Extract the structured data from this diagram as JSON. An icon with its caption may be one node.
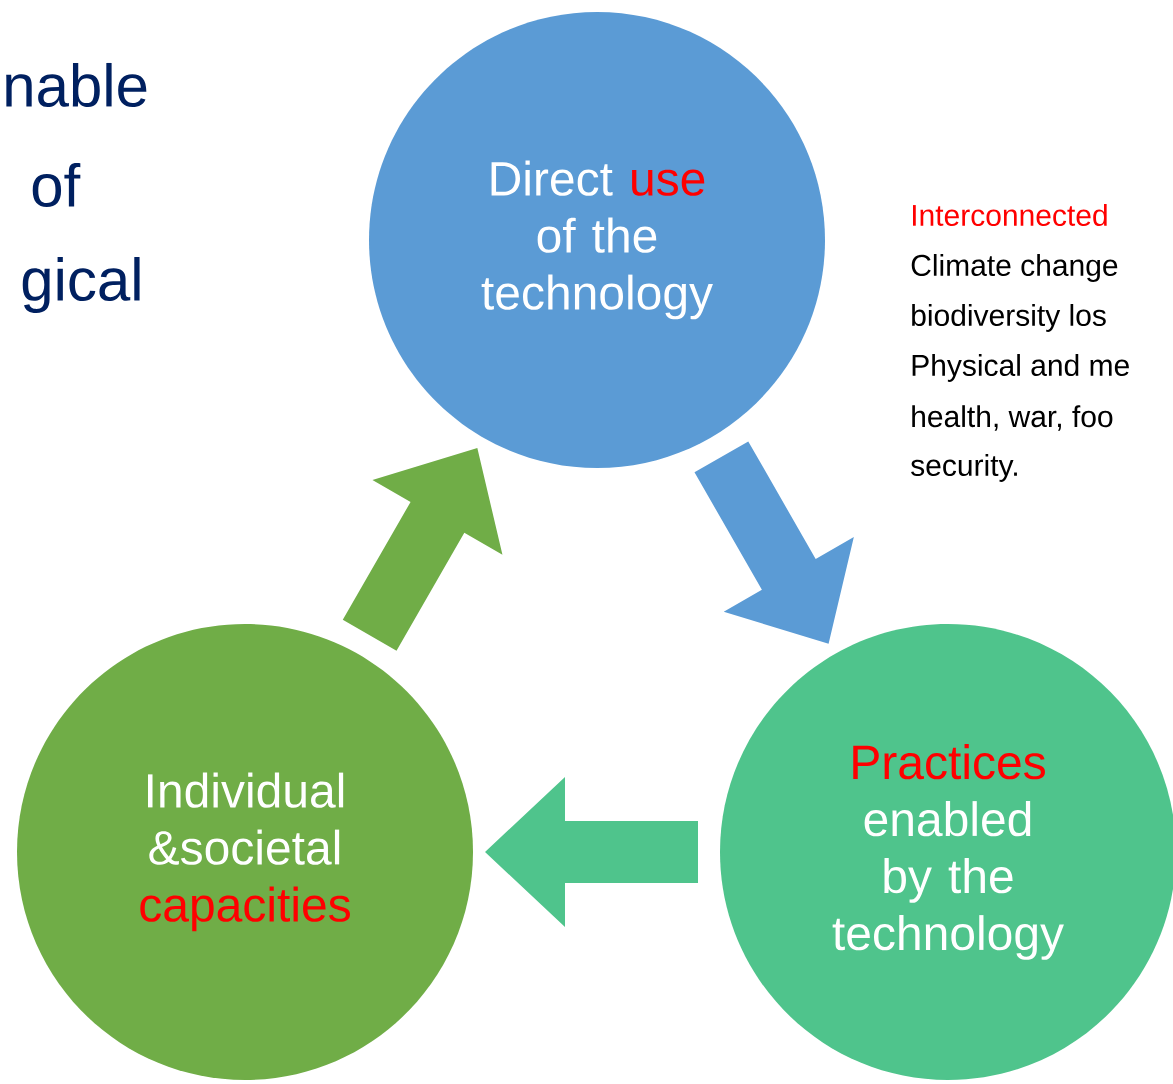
{
  "diagram": {
    "nodes": [
      {
        "text": [
          "Direct",
          "use",
          "of the technology"
        ]
      },
      {
        "text": [
          "Individual &societal",
          "capacities"
        ]
      },
      {
        "text": [
          "Practices",
          "enabled by the technology"
        ]
      }
    ],
    "edges": [
      {
        "from": 0,
        "to": 2,
        "arrow": "to",
        "color": "#5b9bd5"
      },
      {
        "from": 2,
        "to": 1,
        "arrow": "to",
        "color": "#4fc48c"
      },
      {
        "from": 1,
        "to": 0,
        "arrow": "to",
        "color": "#70ad47"
      }
    ],
    "labels": [
      "nable",
      "of",
      "gical",
      "Interconnected",
      "Climate change",
      "biodiversity los",
      "Physical and me",
      "health, war, foo",
      "security."
    ]
  }
}
